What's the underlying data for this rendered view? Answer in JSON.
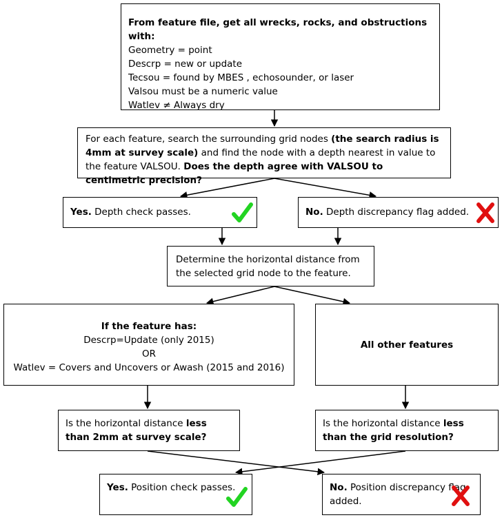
{
  "box1": {
    "heading": "From feature file, get all wrecks, rocks, and obstructions with:",
    "lines": [
      "Geometry = point",
      "Descrp = new or update",
      "Tecsou = found by MBES , echosounder, or laser",
      "Valsou must be a numeric value",
      "Watlev ≠ Always dry"
    ]
  },
  "box2": {
    "t1": "For each feature, search the surrounding grid nodes ",
    "b1": "(the search radius is 4mm at survey scale)",
    "t2": " and find the node with a depth nearest in value to the feature VALSOU. ",
    "b2": "Does the depth agree with VALSOU to centimetric precision?"
  },
  "yes_depth": {
    "bold": "Yes.",
    "text": " Depth check passes."
  },
  "no_depth": {
    "bold": "No.",
    "text": " Depth discrepancy flag added."
  },
  "box_horizontal": {
    "text": "Determine the horizontal distance from the selected grid node to the feature."
  },
  "box_left": {
    "heading": "If the feature has:",
    "line1": "Descrp=Update (only 2015)",
    "line2": "OR",
    "line3": "Watlev = Covers and Uncovers or Awash  (2015 and 2016)"
  },
  "box_right": {
    "heading": "All other features"
  },
  "q_left": {
    "text": "Is the horizontal distance ",
    "bold": "less than 2mm at survey scale?"
  },
  "q_right": {
    "text": "Is the horizontal distance ",
    "bold": "less than the grid resolution?"
  },
  "yes_pos": {
    "bold": "Yes.",
    "text": " Position check passes."
  },
  "no_pos": {
    "bold": "No.",
    "text": " Position discrepancy flag added."
  },
  "icons": {
    "check": "green-check-icon",
    "cross": "red-x-icon"
  },
  "colors": {
    "check": "#22d422",
    "cross": "#e01010",
    "line": "#000000"
  }
}
